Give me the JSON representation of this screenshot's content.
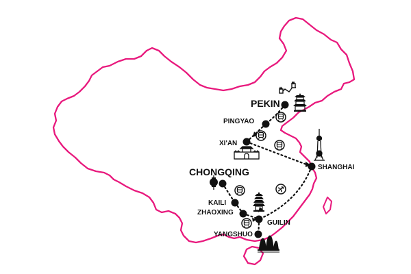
{
  "colors": {
    "border": "#e8197d",
    "route": "#111111",
    "background": "#ffffff"
  },
  "cities": {
    "pekin": "PEKIN",
    "pingyao": "PINGYAO",
    "xian": "XI'AN",
    "shanghai": "SHANGHAI",
    "chongqing": "CHONGQING",
    "kaili": "KAILI",
    "zhaoxing": "ZHAOXING",
    "guilin": "GUILIN",
    "yangshuo": "YANGSHUO"
  },
  "legend_icons": [
    "train-icon",
    "plane-icon",
    "pagoda-icon",
    "great-wall-icon",
    "city-gate-icon",
    "oriental-pearl-tower-icon",
    "lantern-icon",
    "karst-mountain-icon"
  ]
}
